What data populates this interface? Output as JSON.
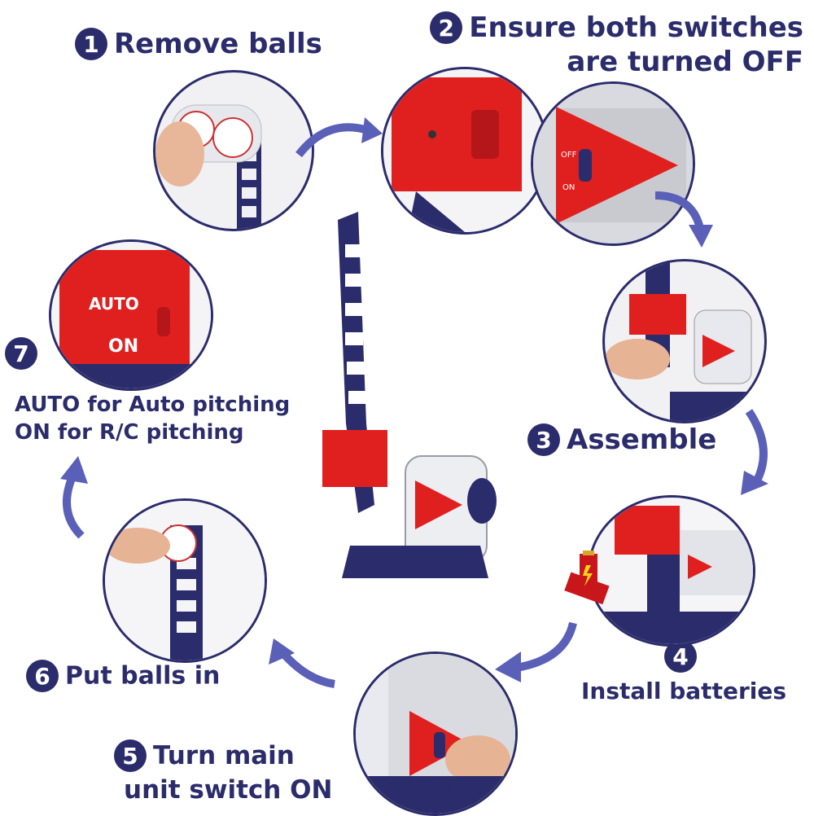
{
  "steps": [
    {
      "num": "1",
      "line1": "Remove balls"
    },
    {
      "num": "2",
      "line1": "Ensure both switches",
      "line2": "are turned OFF"
    },
    {
      "num": "3",
      "line1": "Assemble"
    },
    {
      "num": "4",
      "line1": "Install batteries"
    },
    {
      "num": "5",
      "line1": "Turn main",
      "line2": "unit switch ON"
    },
    {
      "num": "6",
      "line1": "Put balls in"
    },
    {
      "num": "7",
      "line1": "AUTO for Auto pitching",
      "line2": "ON for R/C pitching"
    }
  ],
  "switch_labels": {
    "off": "OFF",
    "on": "ON",
    "auto": "AUTO",
    "on_big": "ON",
    "on_foot": "ON"
  },
  "colors": {
    "navy": "#2b2c6b",
    "red": "#e0201f",
    "white": "#f2f2f4",
    "arrow": "#5a5fb8"
  }
}
